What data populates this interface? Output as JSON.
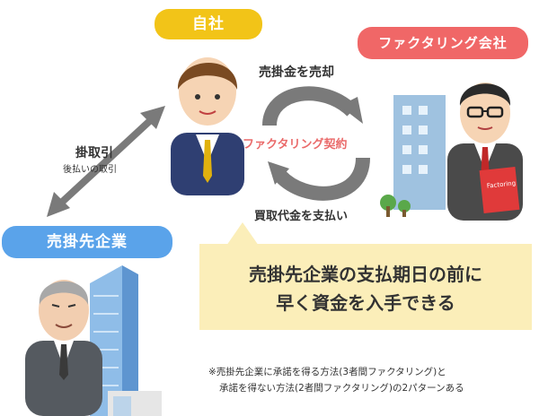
{
  "roles": {
    "company": "自社",
    "factoring_company": "ファクタリング会社",
    "receivable_company": "売掛先企業"
  },
  "flows": {
    "sell": "売掛金を売却",
    "contract": "ファクタリング契約",
    "payment": "買取代金を支払い",
    "kakedori": "掛取引",
    "kakedori_sub": "後払いの取引"
  },
  "callout": {
    "line1": "売掛先企業の支払期日の前に",
    "line2": "早く資金を入手できる"
  },
  "note": {
    "line1": "※売掛先企業に承諾を得る方法(3者間ファクタリング)と",
    "line2": "承諾を得ない方法(2者間ファクタリング)の2パターンある"
  },
  "sign_text": "Factoring",
  "colors": {
    "yellow": "#f2c418",
    "red": "#f06767",
    "blue": "#5aa3ea",
    "cream": "#fbeeb9",
    "arrow": "#7a7a7a"
  }
}
